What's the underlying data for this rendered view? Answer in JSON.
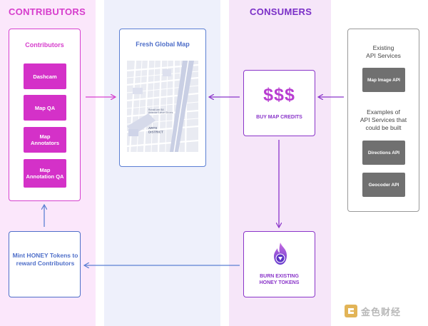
{
  "sections": {
    "contributors": "CONTRIBUTORS",
    "consumers": "CONSUMERS"
  },
  "contributors": {
    "heading": "Contributors",
    "items": [
      "Dashcam",
      "Map QA",
      "Map Annotators",
      "Map Annotation QA"
    ]
  },
  "map": {
    "heading": "Fresh Global Map",
    "label_small": "Ronald and Bill\nAmbrose Edison Shores",
    "district_line1": "ARTS",
    "district_line2": "DISTRICT"
  },
  "buy": {
    "symbol": "$$$",
    "label": "BUY MAP CREDITS"
  },
  "burn": {
    "label_line1": "BURN EXISTING",
    "label_line2": "HONEY TOKENS"
  },
  "mint": {
    "label": "Mint HONEY Tokens to reward Contributors"
  },
  "api": {
    "existing_heading_line1": "Existing",
    "existing_heading_line2": "API Services",
    "existing_items": [
      "Map Image API"
    ],
    "examples_heading_line1": "Examples of",
    "examples_heading_line2": "API Services that",
    "examples_heading_line3": "could be built",
    "example_items": [
      "Directions API",
      "Geocoder API"
    ]
  },
  "watermark": {
    "text": "金色财经"
  },
  "colors": {
    "contributor_pink": "#d431c8",
    "consumer_purple": "#8a35c9",
    "map_blue": "#4f6fc9",
    "api_gray": "#707070"
  }
}
